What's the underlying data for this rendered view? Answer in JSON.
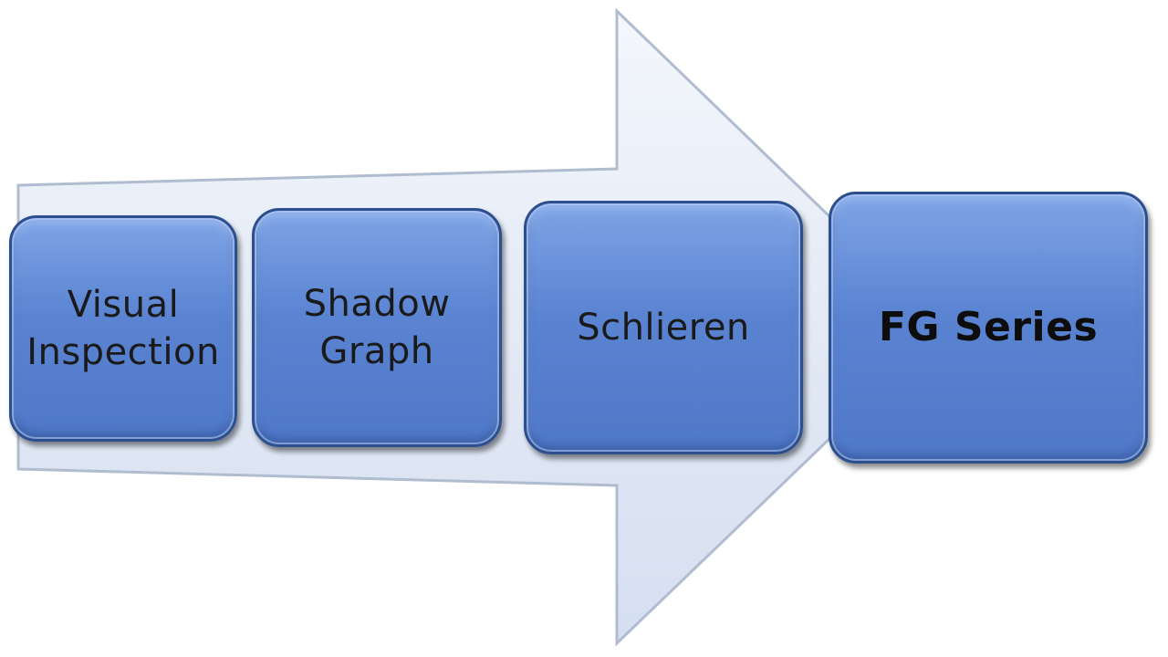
{
  "diagram": {
    "steps": [
      {
        "label": "Visual\nInspection",
        "bold": false
      },
      {
        "label": "Shadow\nGraph",
        "bold": false
      },
      {
        "label": "Schlieren",
        "bold": false
      },
      {
        "label": "FG Series",
        "bold": true
      }
    ],
    "colors": {
      "box_fill": "#5a84d2",
      "box_border": "#2d4f8e",
      "arrow_fill": "#dfe7f5",
      "arrow_border": "#b0bccf",
      "text": "#1a1a1a"
    }
  }
}
